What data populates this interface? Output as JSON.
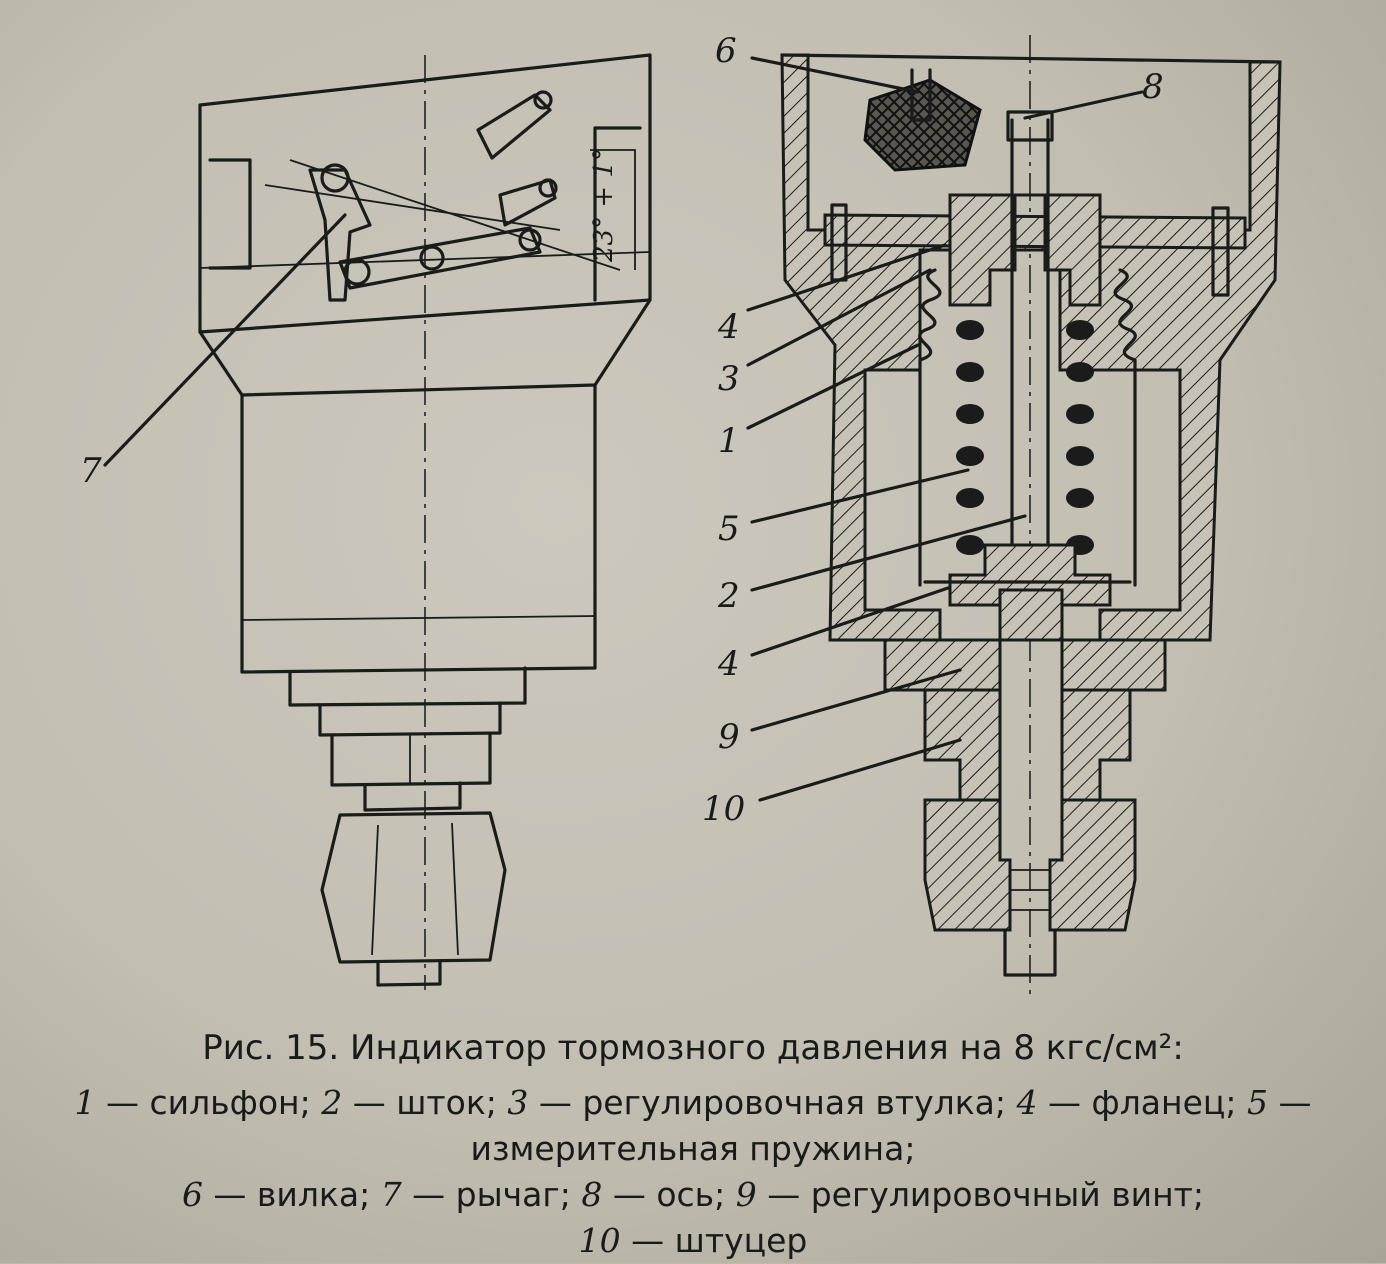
{
  "figure": {
    "caption_title": "Рис. 15. Индикатор тормозного давления на 8 кгс/см²:",
    "angle_label": "23° + 1°",
    "left_view_labels": [
      "7"
    ],
    "section_labels": [
      "6",
      "8",
      "4",
      "3",
      "1",
      "5",
      "2",
      "4",
      "9",
      "10"
    ],
    "legend": [
      {
        "num": "1",
        "text": "сильфон"
      },
      {
        "num": "2",
        "text": "шток"
      },
      {
        "num": "3",
        "text": "регулировочная втулка"
      },
      {
        "num": "4",
        "text": "фланец"
      },
      {
        "num": "5",
        "text": "измерительная пружина"
      },
      {
        "num": "6",
        "text": "вилка"
      },
      {
        "num": "7",
        "text": "рычаг"
      },
      {
        "num": "8",
        "text": "ось"
      },
      {
        "num": "9",
        "text": "регулировочный винт"
      },
      {
        "num": "10",
        "text": "штуцер"
      }
    ]
  }
}
